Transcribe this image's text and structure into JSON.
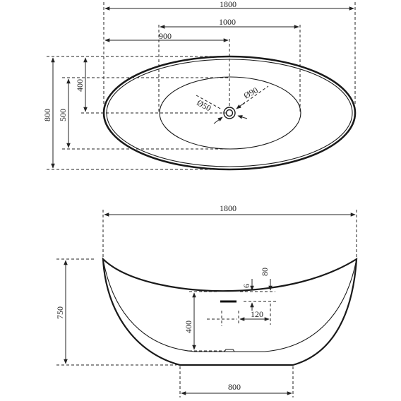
{
  "top_view": {
    "overall_length": "1800",
    "length_1000": "1000",
    "length_900": "900",
    "width_800": "800",
    "width_500": "500",
    "offset_400": "400",
    "drain_dia_50": "Ø50",
    "overflow_dia_90": "Ø90"
  },
  "side_view": {
    "overall_length": "1800",
    "height_750": "750",
    "drain_height_400": "400",
    "dim_6": "6",
    "dim_80": "80",
    "dim_120": "120",
    "base_800": "800"
  }
}
